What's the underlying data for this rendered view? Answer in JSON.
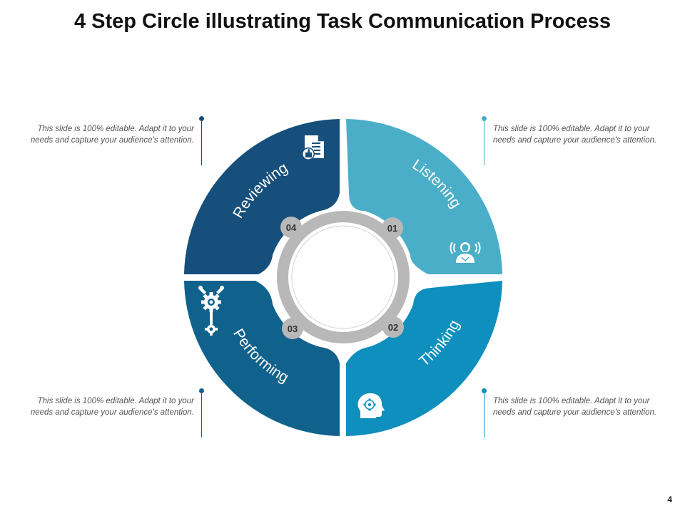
{
  "title": "4 Step Circle illustrating Task Communication Process",
  "page_number": "4",
  "colors": {
    "listening": "#4aaec8",
    "thinking": "#0f8fbe",
    "performing": "#10628c",
    "reviewing": "#164f7b",
    "ring": "#b8b8b8",
    "center_ring": "#d0d0d0"
  },
  "steps": [
    {
      "number": "01",
      "label": "Listening",
      "icon": "person-listening-icon"
    },
    {
      "number": "02",
      "label": "Thinking",
      "icon": "head-gear-icon"
    },
    {
      "number": "03",
      "label": "Performing",
      "icon": "gears-wrench-icon"
    },
    {
      "number": "04",
      "label": "Reviewing",
      "icon": "document-thumbs-up-icon"
    }
  ],
  "notes": {
    "top_left": "This slide is 100% editable. Adapt it to your needs and capture your audience's attention.",
    "top_right": "This slide is 100% editable. Adapt it to your needs and capture your audience's attention.",
    "bottom_left": "This slide is 100% editable. Adapt it to your needs and capture your audience's attention.",
    "bottom_right": "This slide is 100% editable. Adapt it to your needs and capture your audience's attention."
  }
}
